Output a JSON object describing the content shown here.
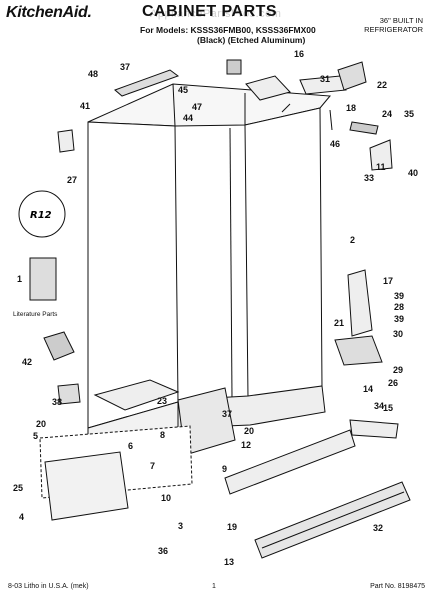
{
  "header": {
    "brand": "KitchenAid.",
    "watermark": "AppliancePartsPros.com",
    "title": "CABINET PARTS",
    "models_line1": "For Models: KSSS36FMB00, KSSS36FMX00",
    "models_line2": "(Black)    (Etched Aluminum)",
    "built_in_line1": "36\" BUILT IN",
    "built_in_line2": "REFRIGERATOR"
  },
  "footer": {
    "left": "8-03 Litho in U.S.A. (mek)",
    "center": "1",
    "right": "Part No. 8198475"
  },
  "diagram": {
    "literature_label": "Literature Parts",
    "seal_text": "R12",
    "callouts": [
      "37",
      "48",
      "45",
      "16",
      "31",
      "22",
      "41",
      "47",
      "44",
      "18",
      "24",
      "35",
      "27",
      "46",
      "11",
      "40",
      "33",
      "2",
      "1",
      "17",
      "39",
      "28",
      "39",
      "30",
      "42",
      "21",
      "29",
      "26",
      "14",
      "38",
      "23",
      "37",
      "20",
      "34",
      "15",
      "5",
      "20",
      "8",
      "25",
      "6",
      "7",
      "12",
      "9",
      "10",
      "4",
      "3",
      "19",
      "32",
      "36",
      "13"
    ]
  }
}
